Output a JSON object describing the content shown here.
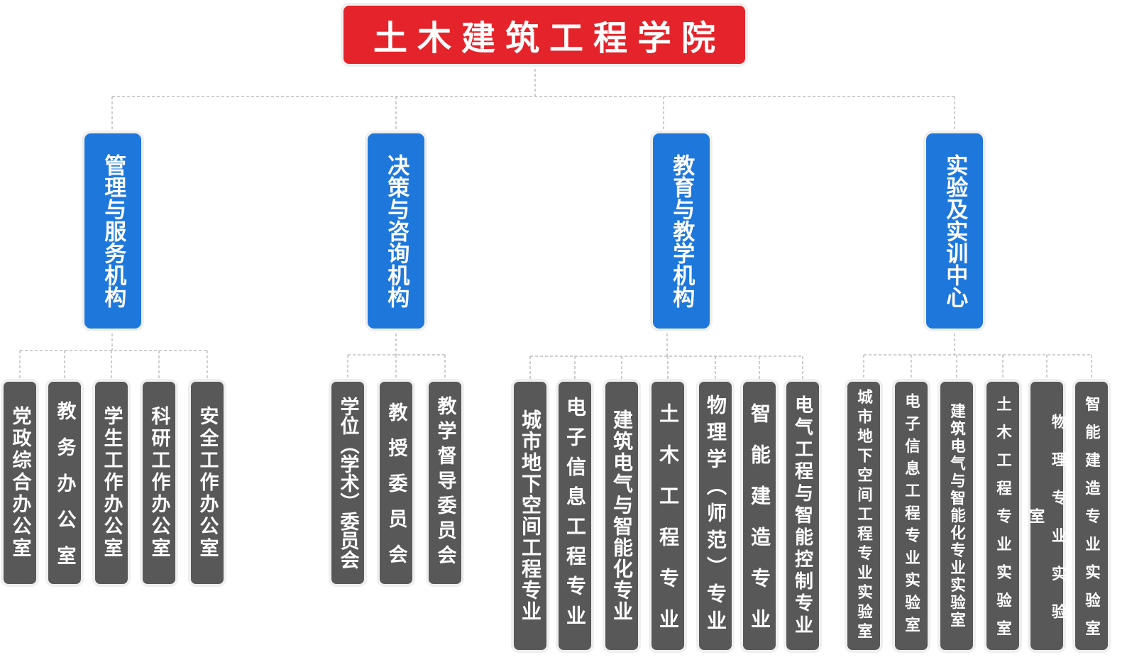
{
  "root": {
    "label": "土木建筑工程学院"
  },
  "categories": [
    {
      "label": "管理与服务机构",
      "children": [
        "党政综合办公室",
        "教务办公室",
        "学生工作办公室",
        "科研工作办公室",
        "安全工作办公室"
      ]
    },
    {
      "label": "决策与咨询机构",
      "children": [
        "学位（学术）委员会",
        "教授委员会",
        "教学督导委员会"
      ]
    },
    {
      "label": "教育与教学机构",
      "children": [
        "城市地下空间工程专业",
        "电子信息工程专业",
        "建筑电气与智能化专业",
        "土木工程专业",
        "物理学（师范）专业",
        "智能建造专业",
        "电气工程与智能控制专业"
      ]
    },
    {
      "label": "实验及实训中心",
      "children": [
        "城市地下空间工程专业实验室",
        "电子信息工程专业实验室",
        "建筑电气与智能化专业实验室",
        "土木工程专业实验室",
        "物理专业实验室",
        "智能建造专业实验室"
      ]
    }
  ],
  "colors": {
    "root": "#e5232a",
    "category": "#1e78dc",
    "leaf": "#585858",
    "connector": "#bdbdbd"
  }
}
